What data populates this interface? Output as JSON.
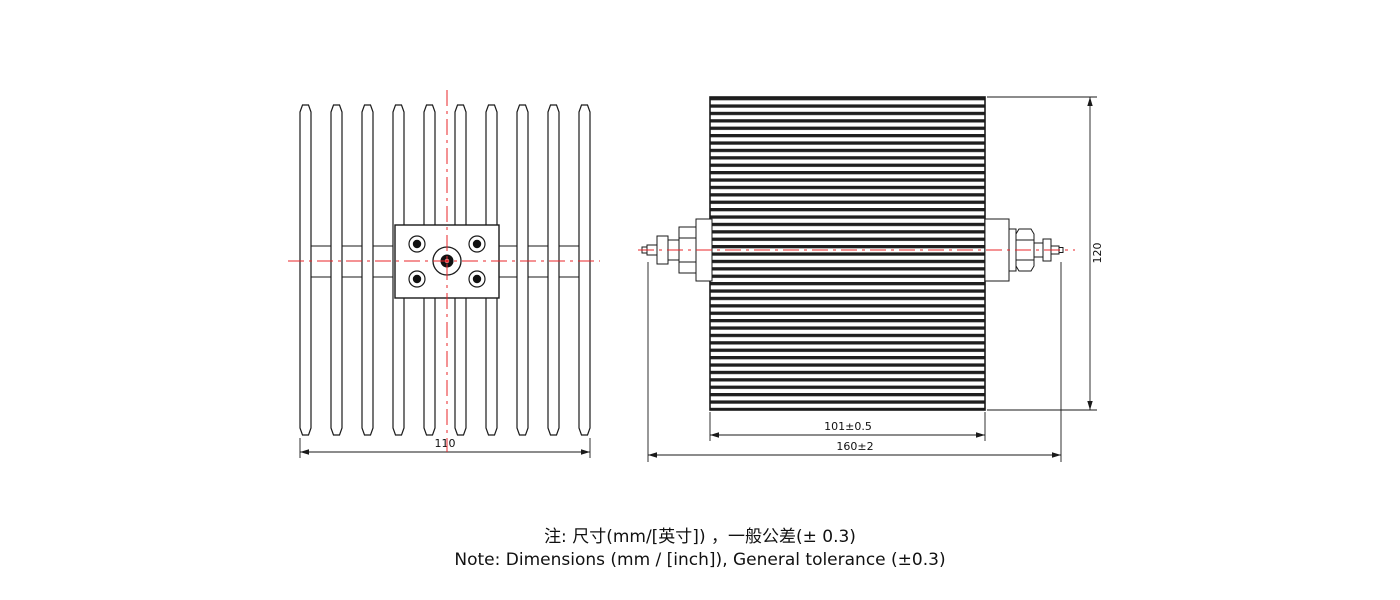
{
  "drawing": {
    "type": "engineering-drawing",
    "subject": "finned heatsink RF attenuator / dummy load, front and side views"
  },
  "dims": {
    "front_width": "110",
    "side_body_width": "101±0.5",
    "side_overall_width": "160±2",
    "side_height": "120"
  },
  "notes": {
    "zh": "注: 尺寸(mm/[英寸]) ，一般公差(± 0.3)",
    "en": "Note: Dimensions (mm / [inch]), General tolerance (±0.3)"
  },
  "colors": {
    "line": "#1a1a1a",
    "centerline": "#e8252a",
    "background": "#ffffff"
  }
}
